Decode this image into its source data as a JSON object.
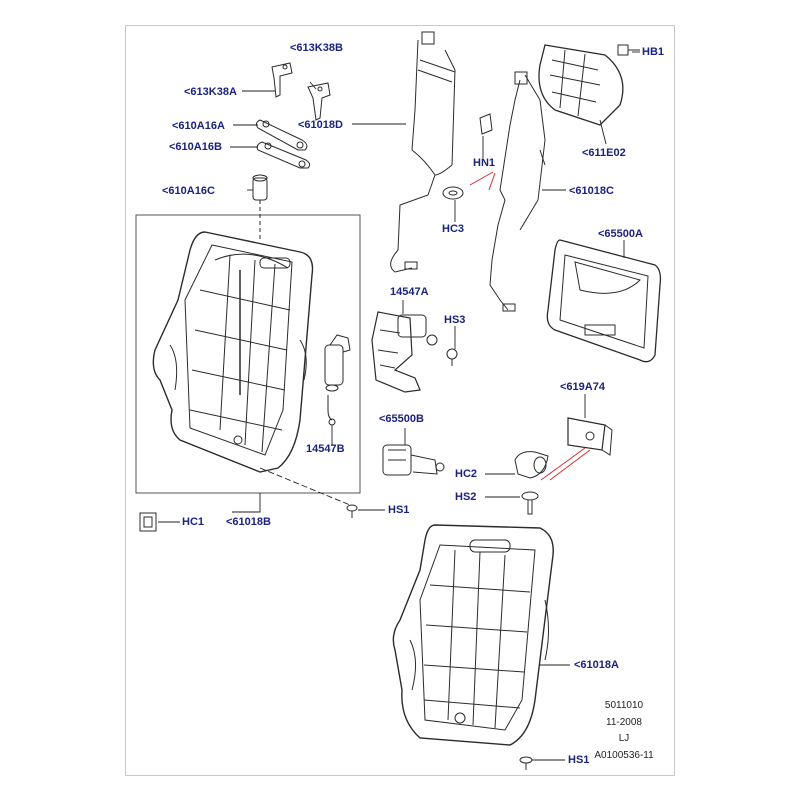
{
  "diagram": {
    "callouts": {
      "c613K38B": "<613K38B",
      "c613K38A": "<613K38A",
      "c610A16A": "<610A16A",
      "c610A16B": "<610A16B",
      "c610A16C": "<610A16C",
      "c61018D": "<61018D",
      "cHN1": "HN1",
      "cHC3": "HC3",
      "c61018C": "<61018C",
      "cHB1": "HB1",
      "c611E02": "<611E02",
      "c65500A": "<65500A",
      "c14547A": "14547A",
      "cHS3": "HS3",
      "c14547B": "14547B",
      "c65500B": "<65500B",
      "c619A74": "<619A74",
      "cHC2": "HC2",
      "cHS2": "HS2",
      "cHS1_top": "HS1",
      "cHC1": "HC1",
      "c61018B": "<61018B",
      "c61018A": "<61018A",
      "cHS1_bottom": "HS1"
    },
    "footer": {
      "line1": "5011010",
      "line2": "11-2008",
      "line3": "LJ",
      "line4": "A0100536-11"
    },
    "colors": {
      "callout_text": "#1a237e",
      "linework": "#2b2b2b",
      "highlight_lines": "#d32f2f"
    }
  }
}
